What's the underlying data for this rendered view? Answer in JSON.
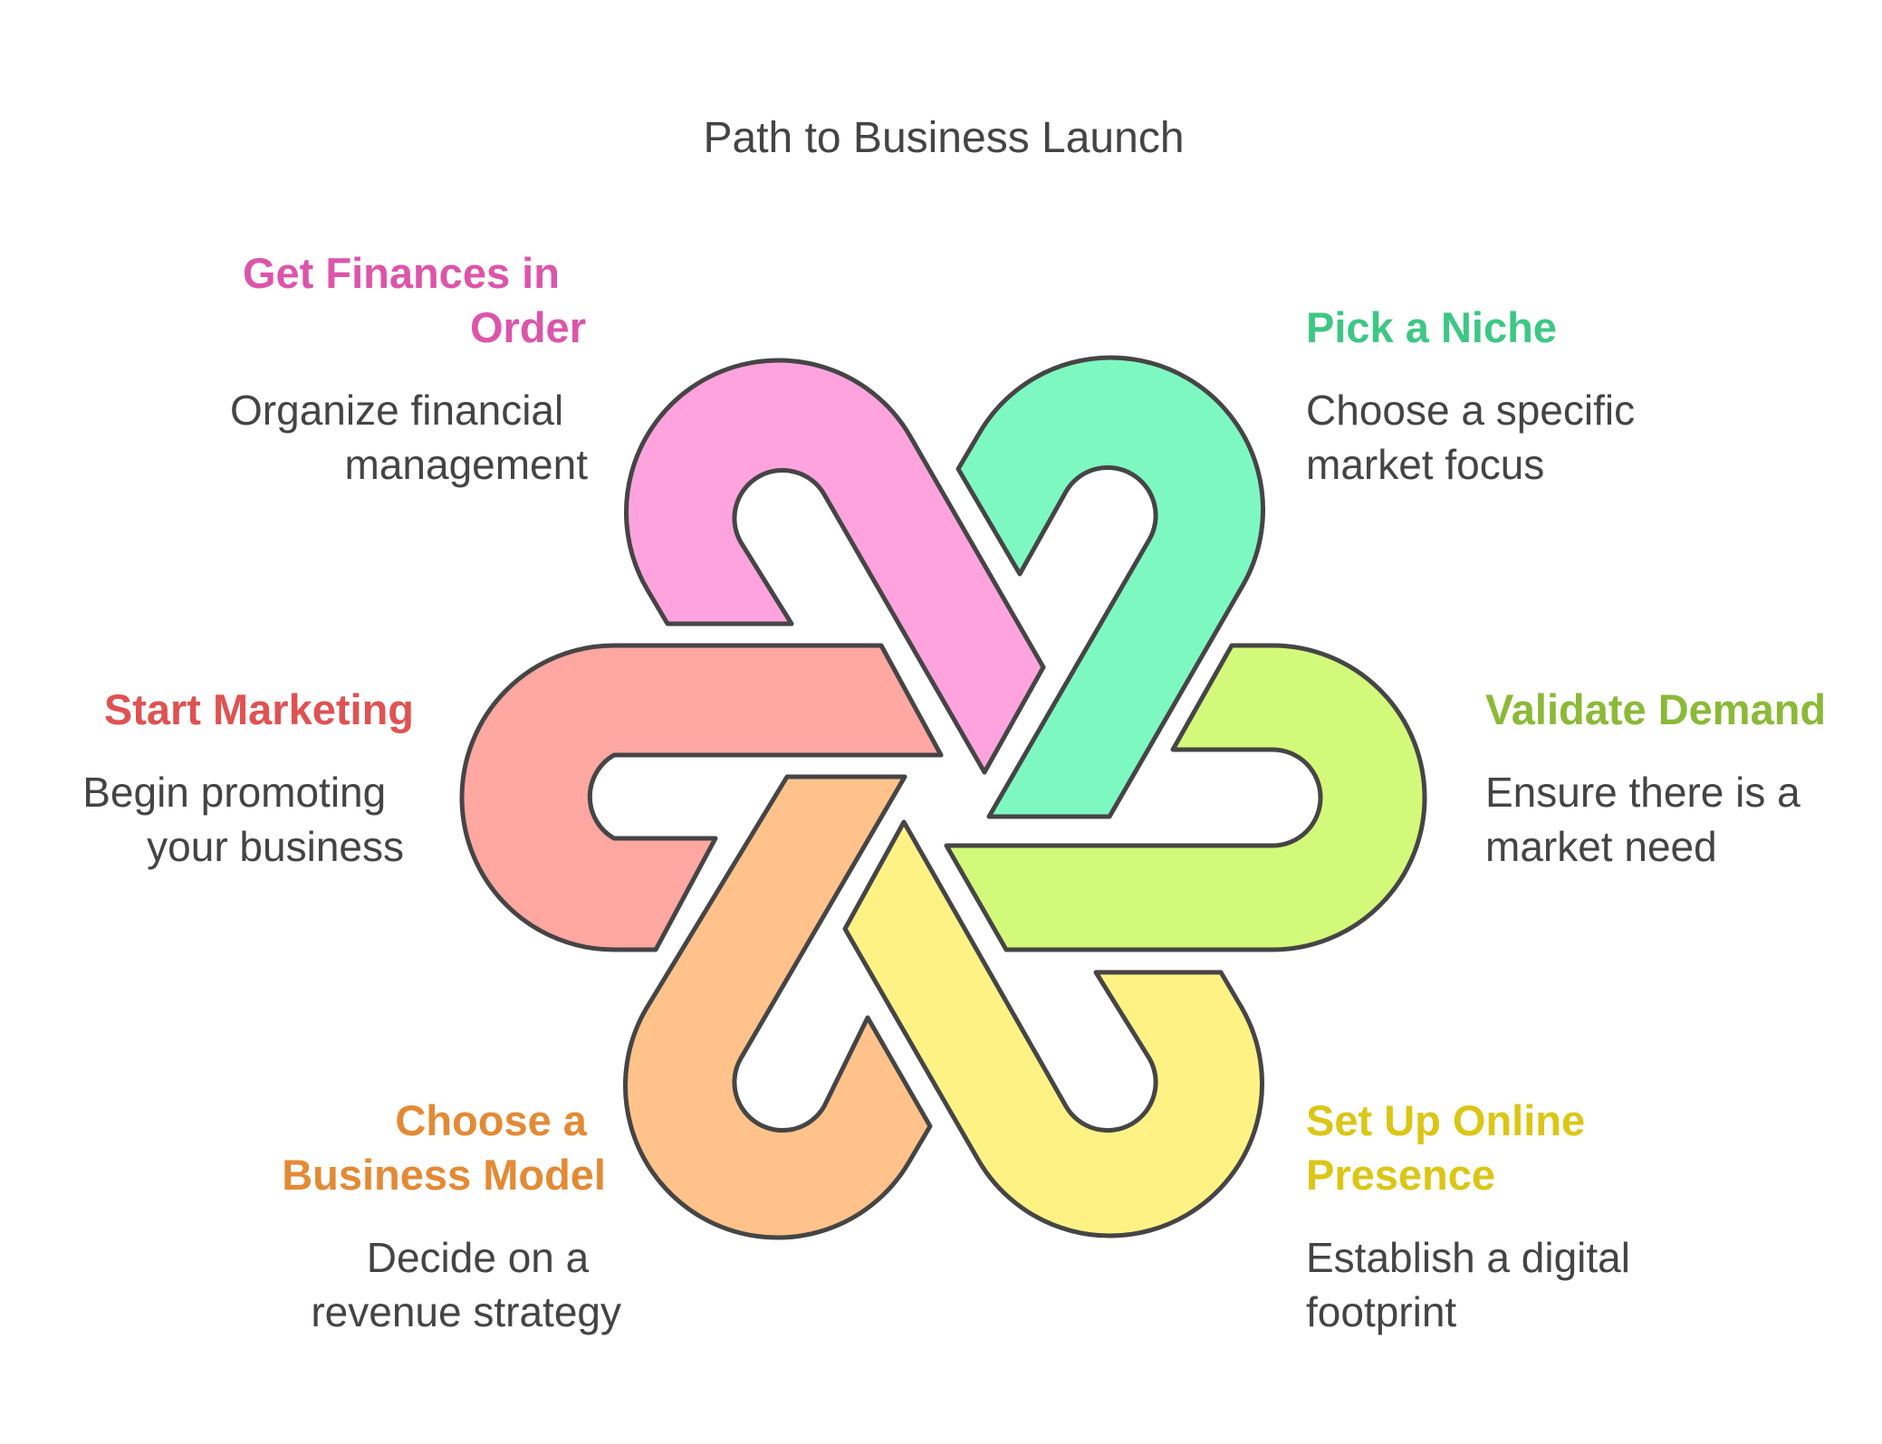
{
  "title": "Path to Business Launch",
  "steps": [
    {
      "id": "finances",
      "label_lines": [
        "Get Finances in",
        "Order"
      ],
      "desc_lines": [
        "Organize financial",
        "management"
      ],
      "fill": "#FFA3DE",
      "text_color": "#DC55AA"
    },
    {
      "id": "niche",
      "label_lines": [
        "Pick a Niche"
      ],
      "desc_lines": [
        "Choose a specific",
        "market focus"
      ],
      "fill": "#7EF8C1",
      "text_color": "#3DC784"
    },
    {
      "id": "validate",
      "label_lines": [
        "Validate Demand"
      ],
      "desc_lines": [
        "Ensure there is a",
        "market need"
      ],
      "fill": "#D3F97A",
      "text_color": "#8BB938"
    },
    {
      "id": "online",
      "label_lines": [
        "Set Up Online",
        "Presence"
      ],
      "desc_lines": [
        "Establish a digital",
        "footprint"
      ],
      "fill": "#FFF285",
      "text_color": "#DBC615"
    },
    {
      "id": "model",
      "label_lines": [
        "Choose a",
        "Business Model"
      ],
      "desc_lines": [
        "Decide on a",
        "revenue strategy"
      ],
      "fill": "#FFC28A",
      "text_color": "#E38A35"
    },
    {
      "id": "marketing",
      "label_lines": [
        "Start Marketing"
      ],
      "desc_lines": [
        "Begin promoting",
        "your business"
      ],
      "fill": "#FFA7A1",
      "text_color": "#E05252"
    }
  ]
}
